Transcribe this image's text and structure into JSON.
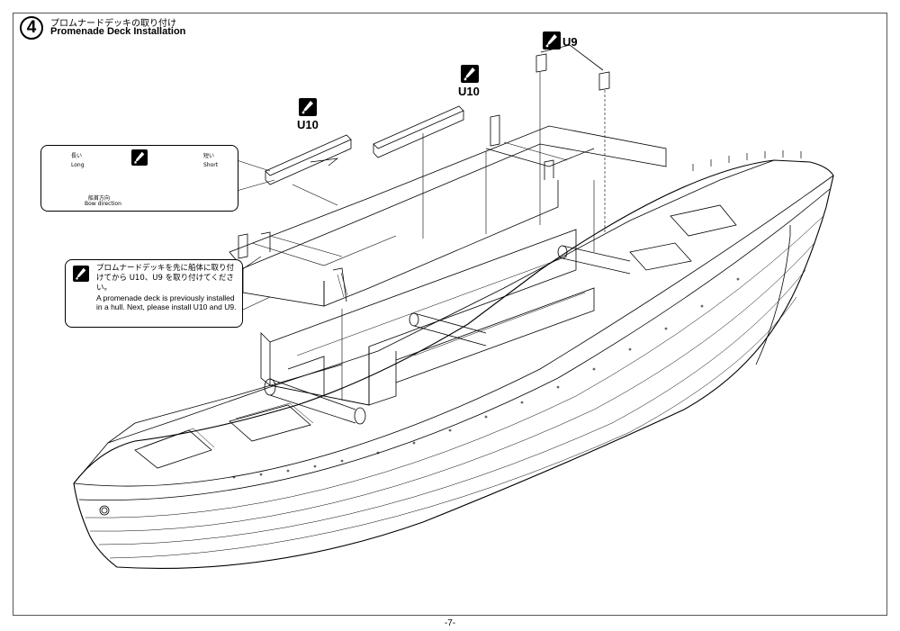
{
  "step": {
    "number": "4",
    "title_jp": "プロムナードデッキの取り付け",
    "title_en": "Promenade Deck Installation"
  },
  "parts": {
    "u9": "U9",
    "u10_left": "U10",
    "u10_right": "U10"
  },
  "inset_direction": {
    "long_jp": "長い",
    "long_en": "Long",
    "short_jp": "短い",
    "short_en": "Short",
    "bow_jp": "船首方向",
    "bow_en": "Bow direction"
  },
  "inset_note": {
    "jp": "プロムナードデッキを先に船体に取り付けてから U10、U9 を取り付けてください。",
    "en": "A promenade deck is previously installed in a hull. Next, please install U10 and U9."
  },
  "icons": {
    "glue": "cement-tube-icon",
    "step": "circled-number-icon"
  },
  "page_number": "-7-"
}
